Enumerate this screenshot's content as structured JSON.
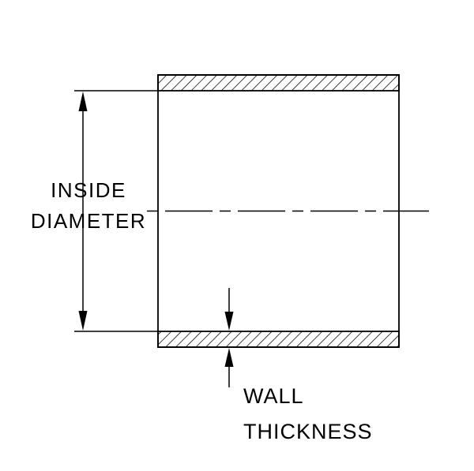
{
  "diagram": {
    "type": "technical-drawing",
    "subject": "tube-cross-section",
    "colors": {
      "line": "#000000",
      "background": "#ffffff"
    },
    "labels": {
      "inside_diameter": {
        "line1": "INSIDE",
        "line2": "DIAMETER"
      },
      "wall_thickness": {
        "line1": "WALL",
        "line2": "THICKNESS"
      }
    }
  }
}
